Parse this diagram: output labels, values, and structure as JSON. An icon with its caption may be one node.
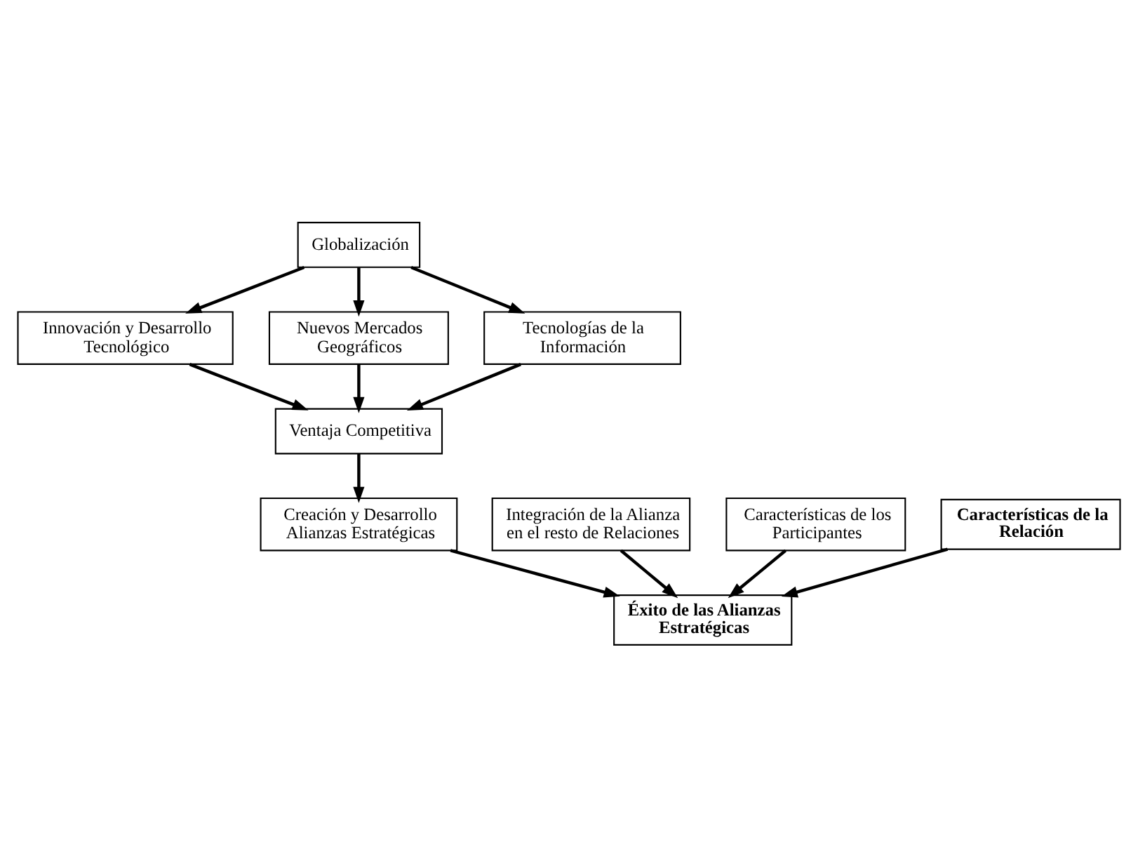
{
  "diagram": {
    "nodes": [
      {
        "text": [
          "Globalización"
        ]
      },
      {
        "text": [
          "Innovación y Desarrollo Tecnológico"
        ]
      },
      {
        "text": [
          "Nuevos Mercados Geográficos"
        ]
      },
      {
        "text": [
          "Tecnologías de la Información"
        ]
      },
      {
        "text": [
          "Ventaja Competitiva"
        ]
      },
      {
        "text": [
          "Creación y Desarrollo Alianzas Estratégicas"
        ]
      },
      {
        "text": [
          "Integración de la Alianza en el resto de Relaciones"
        ]
      },
      {
        "text": [
          "Características de los Participantes"
        ]
      },
      {
        "text": [
          "Características de la Relación"
        ]
      },
      {
        "text": [
          "Éxito de las Alianzas Estratégicas"
        ]
      }
    ],
    "edges": [
      {
        "from": 0,
        "to": 1,
        "arrow": "to"
      },
      {
        "from": 0,
        "to": 2,
        "arrow": "to"
      },
      {
        "from": 0,
        "to": 3,
        "arrow": "to"
      },
      {
        "from": 1,
        "to": 4,
        "arrow": "to"
      },
      {
        "from": 2,
        "to": 4,
        "arrow": "to"
      },
      {
        "from": 3,
        "to": 4,
        "arrow": "to"
      },
      {
        "from": 4,
        "to": 5,
        "arrow": "to"
      },
      {
        "from": 5,
        "to": 9,
        "arrow": "to"
      },
      {
        "from": 6,
        "to": 9,
        "arrow": "to"
      },
      {
        "from": 7,
        "to": 9,
        "arrow": "to"
      },
      {
        "from": 8,
        "to": 9,
        "arrow": "to"
      }
    ]
  }
}
